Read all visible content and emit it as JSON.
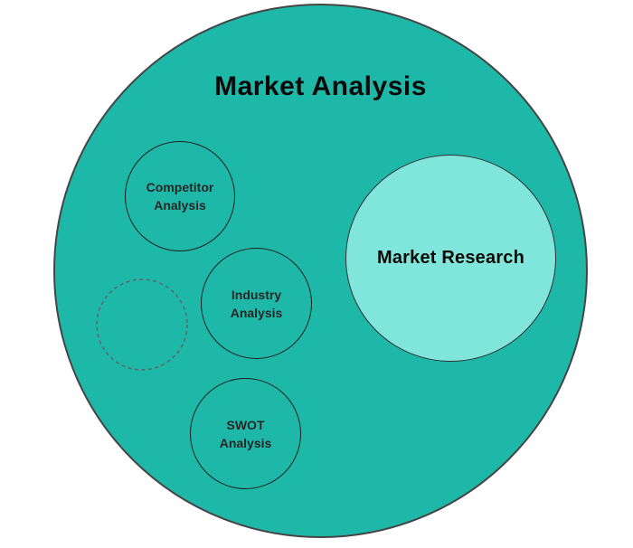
{
  "diagram": {
    "circles": {
      "market_analysis": {
        "label": "Market Analysis"
      },
      "market_research": {
        "label": "Market Research"
      },
      "competitor_analysis": {
        "line1": "Competitor",
        "line2": "Analysis"
      },
      "industry_analysis": {
        "line1": "Industry",
        "line2": "Analysis"
      },
      "swot_analysis": {
        "line1": "SWOT",
        "line2": "Analysis"
      }
    },
    "colors": {
      "background": "#ffffff",
      "main_fill": "#1eb8a8",
      "main_stroke": "#454545",
      "sub_circle_stroke": "#1f1f1f",
      "highlight_fill": "#80e5da",
      "highlight_stroke": "#333333",
      "dashed_stroke": "#636363",
      "title_color": "#0a0a0a",
      "label_color": "#262626"
    }
  }
}
